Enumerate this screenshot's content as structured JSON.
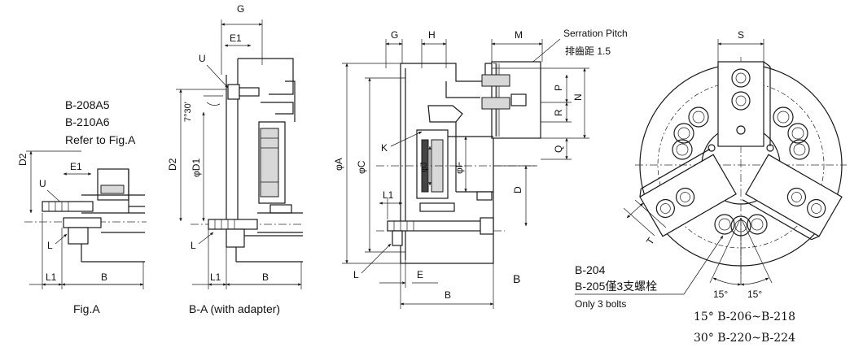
{
  "fig_a": {
    "model_line1": "B-208A5",
    "model_line2": "B-210A6",
    "refer_note": "Refer to Fig.A",
    "dims": {
      "D2": "D2",
      "E1": "E1",
      "U": "U",
      "L": "L",
      "L1": "L1",
      "B": "B"
    },
    "caption": "Fig.A"
  },
  "fig_ba": {
    "dims": {
      "G": "G",
      "E1": "E1",
      "U": "U",
      "angle": "7°30'",
      "D2": "D2",
      "D1": "φD1",
      "L": "L",
      "L1": "L1",
      "B": "B"
    },
    "caption": "B-A (with adapter)"
  },
  "section": {
    "dims": {
      "G": "G",
      "H": "H",
      "M": "M",
      "A": "φA",
      "C": "φC",
      "J": "φJ",
      "F": "φF",
      "K": "K",
      "L1": "L1",
      "L": "L",
      "E": "E",
      "B_bottom": "B",
      "B_side": "B",
      "P": "P",
      "R": "R",
      "N": "N",
      "Q": "Q",
      "D": "D"
    },
    "serration_label": "Serration Pitch",
    "serration_value": "排齒距  1.5"
  },
  "front": {
    "dims": {
      "S": "S",
      "T": "T"
    },
    "model_line1": "B-204",
    "model_line2": "B-205僅3支螺栓",
    "only3": "Only 3 bolts",
    "angle_left": "15°",
    "angle_right": "15°",
    "note1": "15°  B-206~B-218",
    "note2": "30°  B-220~B-224"
  }
}
